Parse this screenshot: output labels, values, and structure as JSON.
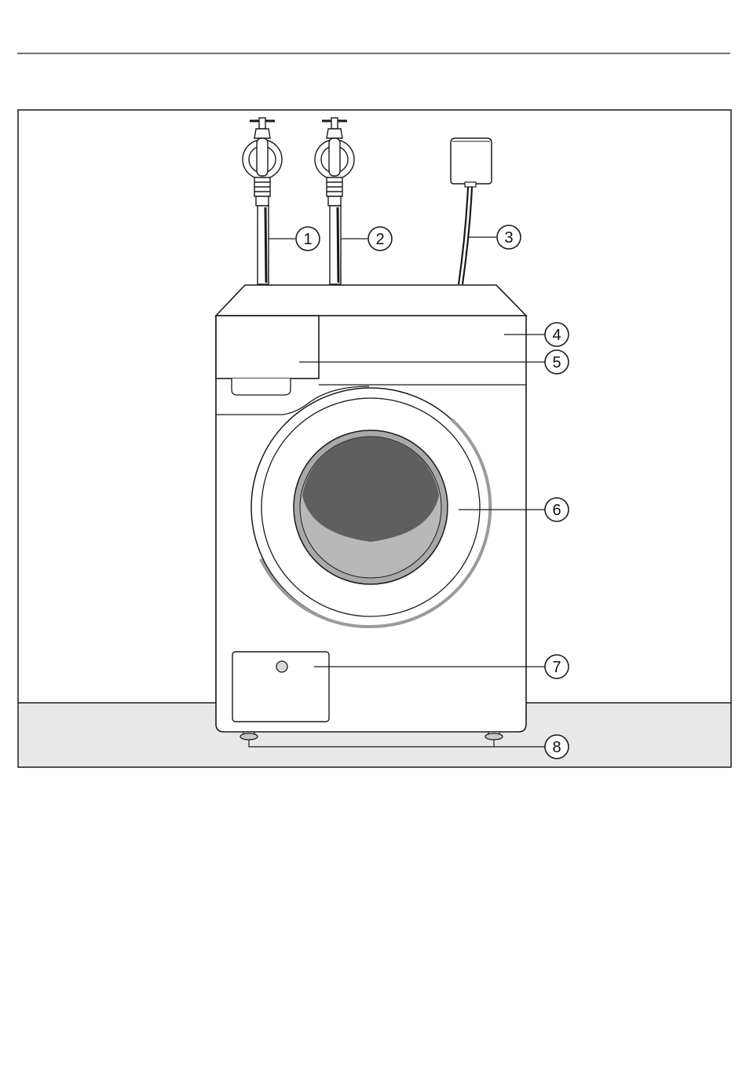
{
  "callouts": [
    {
      "id": "1",
      "label": "1"
    },
    {
      "id": "2",
      "label": "2"
    },
    {
      "id": "3",
      "label": "3"
    },
    {
      "id": "4",
      "label": "4"
    },
    {
      "id": "5",
      "label": "5"
    },
    {
      "id": "6",
      "label": "6"
    },
    {
      "id": "7",
      "label": "7"
    },
    {
      "id": "8",
      "label": "8"
    }
  ],
  "colors": {
    "line": "#1a1a1a",
    "floor": "#e8e8e8",
    "window_glass": "#5f5f5f",
    "drum_ring": "#a9a9a9",
    "door_rim": "#9a9a9a"
  }
}
